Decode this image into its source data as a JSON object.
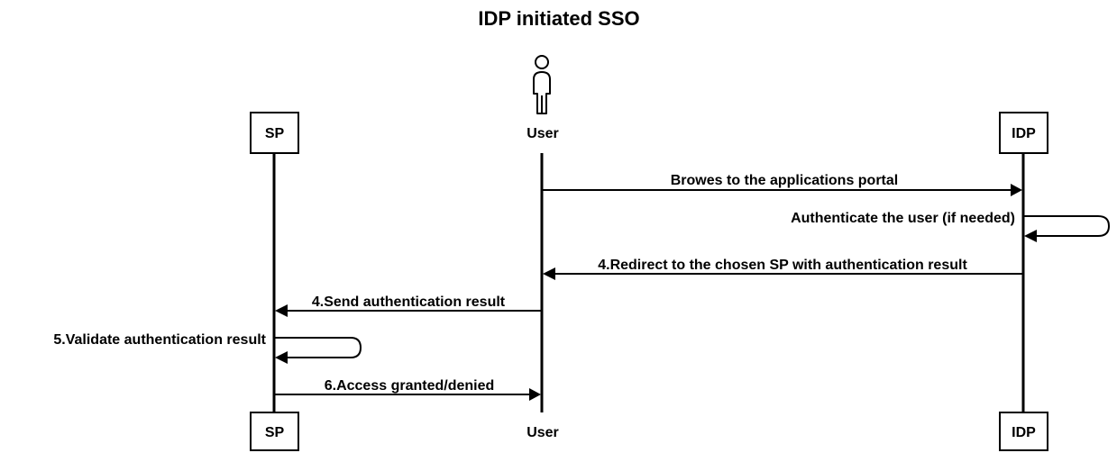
{
  "title": "IDP initiated SSO",
  "participants": {
    "sp": "SP",
    "user": "User",
    "idp": "IDP"
  },
  "messages": [
    {
      "from": "user",
      "to": "idp",
      "label": "Browes to the applications portal"
    },
    {
      "from": "idp",
      "to": "idp",
      "label": "Authenticate the user (if needed)"
    },
    {
      "from": "idp",
      "to": "user",
      "label": "4.Redirect to the chosen SP with authentication result"
    },
    {
      "from": "user",
      "to": "sp",
      "label": "4.Send authentication result"
    },
    {
      "from": "sp",
      "to": "sp",
      "label": "5.Validate authentication result"
    },
    {
      "from": "sp",
      "to": "user",
      "label": "6.Access granted/denied"
    }
  ]
}
